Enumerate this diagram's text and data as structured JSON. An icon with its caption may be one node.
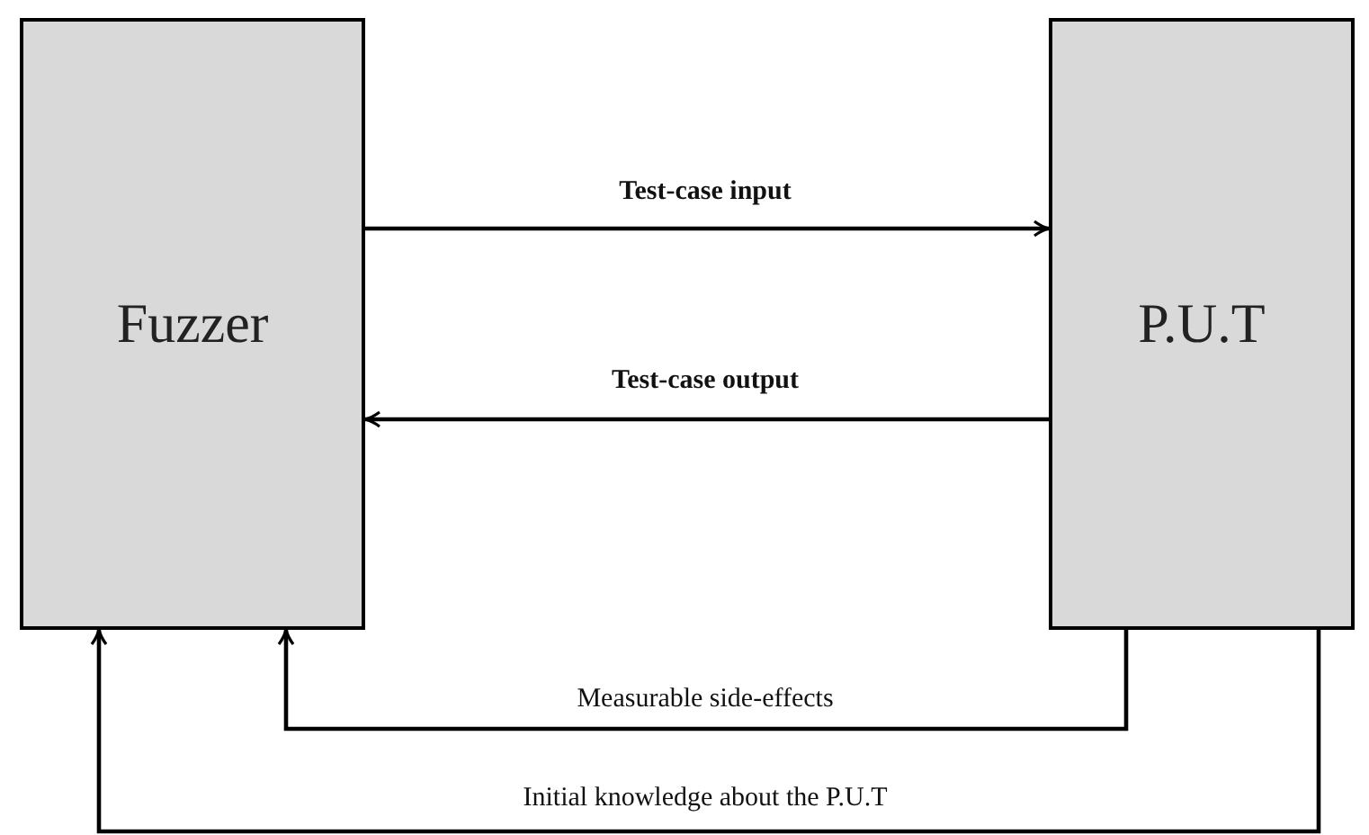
{
  "diagram": {
    "nodes": [
      {
        "text": [
          "Fuzzer"
        ]
      },
      {
        "text": [
          "P.U.T"
        ]
      }
    ],
    "edges": [
      {
        "from": 0,
        "to": 1,
        "arrow": "to",
        "label": "Test-case input"
      },
      {
        "from": 1,
        "to": 0,
        "arrow": "to",
        "label": "Test-case output"
      },
      {
        "from": 1,
        "to": 0,
        "arrow": "to",
        "label": "Measurable side-effects"
      },
      {
        "from": 1,
        "to": 0,
        "arrow": "to",
        "label": "Initial knowledge about the P.U.T"
      }
    ]
  }
}
